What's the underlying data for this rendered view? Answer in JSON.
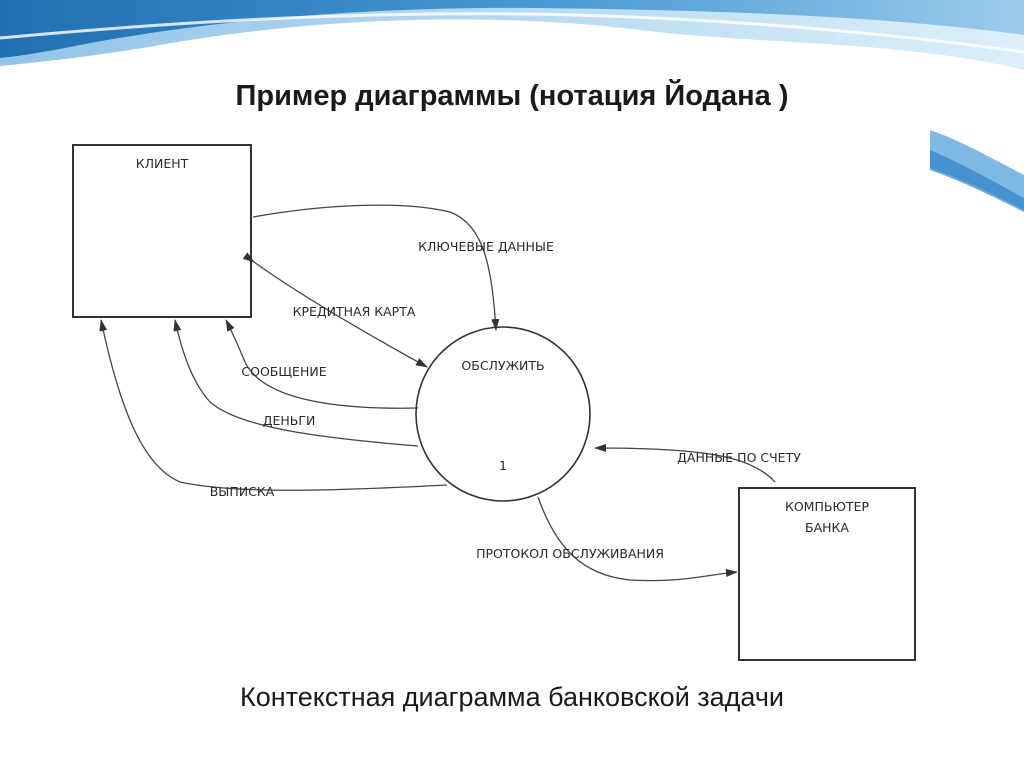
{
  "slide": {
    "title": "Пример диаграммы (нотация Йодана )",
    "caption": "Контекстная диаграмма банковской задачи",
    "colors": {
      "wave_dark": "#1f6fb2",
      "wave_mid": "#4a9ad4",
      "wave_light": "#a8d4ef"
    }
  },
  "diagram": {
    "entities": {
      "client": "КЛИЕНТ",
      "bank_line1": "КОМПЬЮТЕР",
      "bank_line2": "БАНКА"
    },
    "process": {
      "name": "ОБСЛУЖИТЬ",
      "number": "1"
    },
    "flows": {
      "key_data": "КЛЮЧЕВЫЕ ДАННЫЕ",
      "credit_card": "КРЕДИТНАЯ КАРТА",
      "message": "СООБЩЕНИЕ",
      "money": "ДЕНЬГИ",
      "statement": "ВЫПИСКА",
      "account_data": "ДАННЫЕ ПО СЧЕТУ",
      "service_log": "ПРОТОКОЛ ОБСЛУЖИВАНИЯ"
    }
  }
}
